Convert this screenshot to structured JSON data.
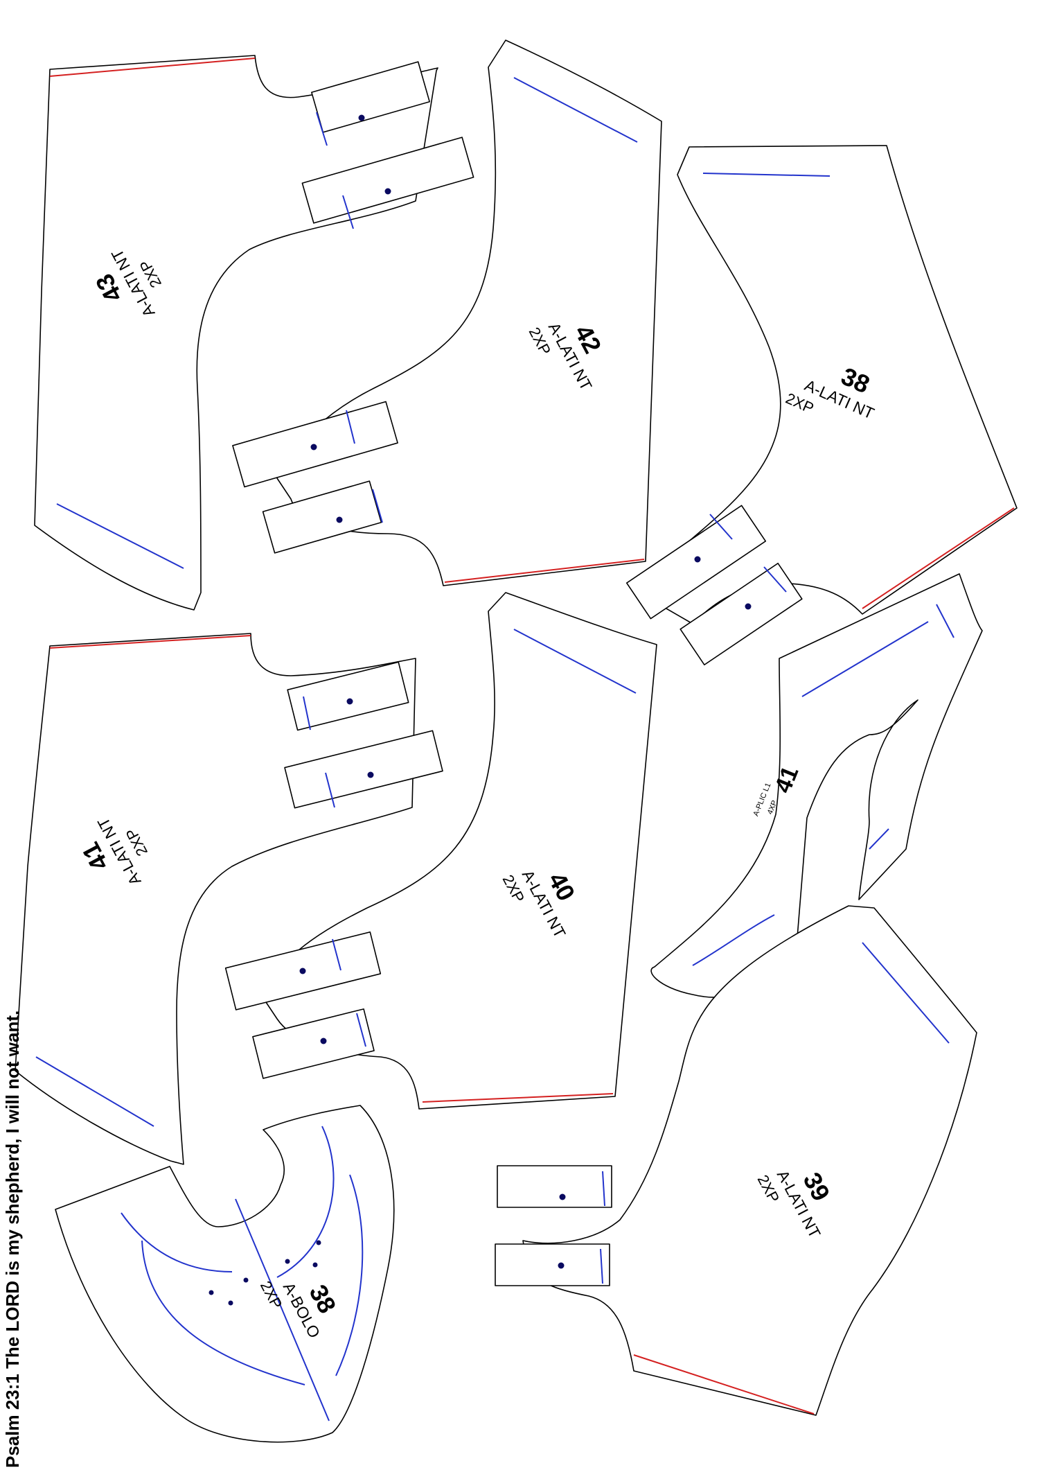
{
  "footer_verse": "Psalm 23:1 The LORD is my shepherd, I will not want.",
  "colors": {
    "outline": "#000000",
    "seam": "#d42020",
    "marking": "#2233cc",
    "dot": "#0a0a60"
  },
  "pieces": [
    {
      "number": "43",
      "name": "A-LATI NT",
      "qty": "2XP"
    },
    {
      "number": "42",
      "name": "A-LATI NT",
      "qty": "2XP"
    },
    {
      "number": "38",
      "name": "A-LATI NT",
      "qty": "2XP"
    },
    {
      "number": "41",
      "name": "A-LATI NT",
      "qty": "2XP"
    },
    {
      "number": "40",
      "name": "A-LATI NT",
      "qty": "2XP"
    },
    {
      "number": "41",
      "name": "A-PLIC L1",
      "qty": "4XP"
    },
    {
      "number": "38",
      "name": "A-BOLO",
      "qty": "2XP"
    },
    {
      "number": "39",
      "name": "A-LATI NT",
      "qty": "2XP"
    }
  ]
}
